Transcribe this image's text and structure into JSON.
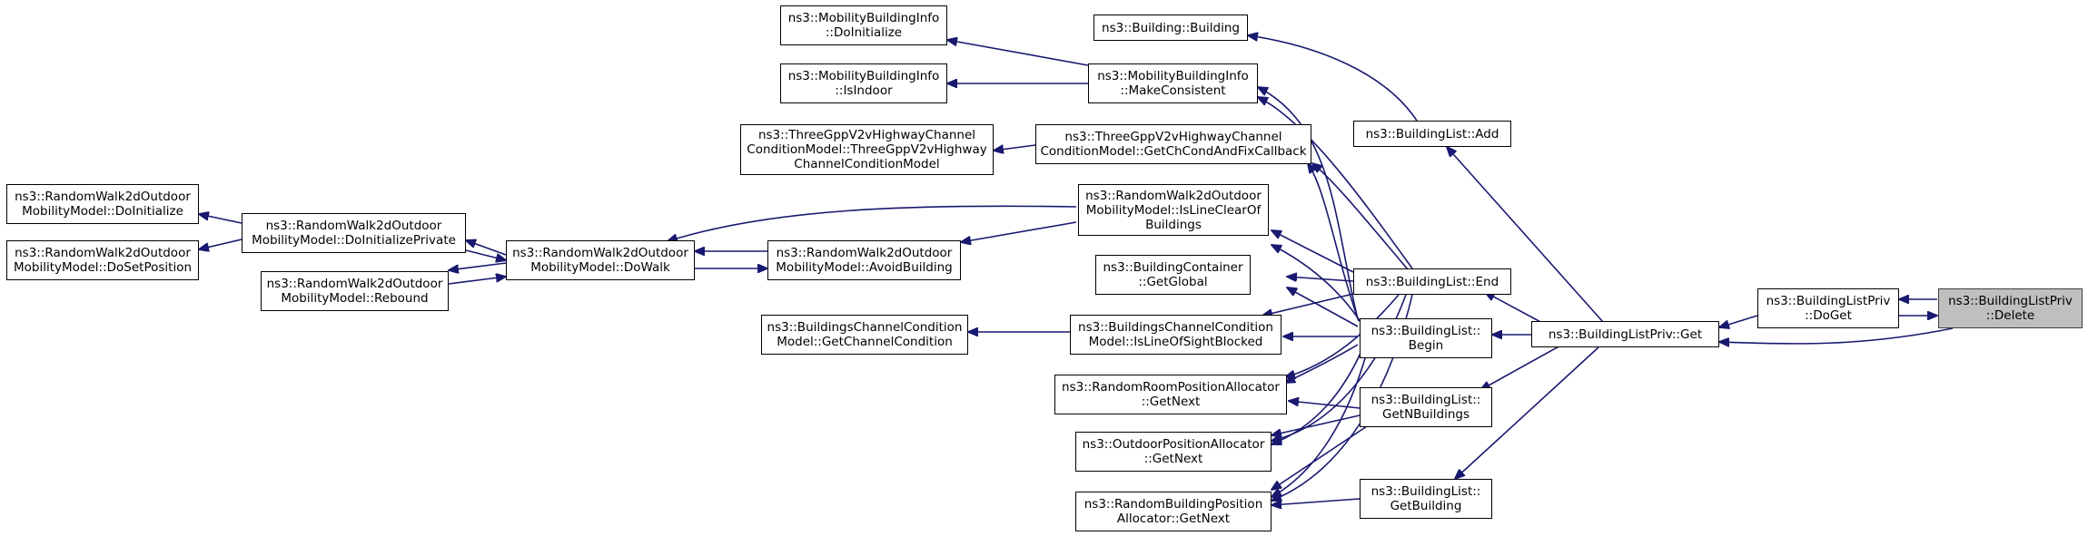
{
  "colors": {
    "edge": "#191970",
    "node_border": "#000000",
    "root_fill": "#bfbfbf",
    "background": "#ffffff"
  },
  "nodes": {
    "delete": "ns3::BuildingListPriv\n::Delete",
    "doget": "ns3::BuildingListPriv\n::DoGet",
    "get": "ns3::BuildingListPriv::Get",
    "add": "ns3::BuildingList::Add",
    "end": "ns3::BuildingList::End",
    "begin": "ns3::BuildingList::\nBegin",
    "getnbuildings": "ns3::BuildingList::\nGetNBuildings",
    "getbuilding": "ns3::BuildingList::\nGetBuilding",
    "building": "ns3::Building::Building",
    "makeconsistent": "ns3::MobilityBuildingInfo\n::MakeConsistent",
    "mbi_doinit": "ns3::MobilityBuildingInfo\n::DoInitialize",
    "mbi_isindoor": "ns3::MobilityBuildingInfo\n::IsIndoor",
    "getchcond": "ns3::ThreeGppV2vHighwayChannel\nConditionModel::GetChCondAndFixCallback",
    "tgpp_ctor": "ns3::ThreeGppV2vHighwayChannel\nConditionModel::ThreeGppV2vHighway\nChannelConditionModel",
    "islineclear": "ns3::RandomWalk2dOutdoor\nMobilityModel::IsLineClearOf\nBuildings",
    "getglobal": "ns3::BuildingContainer\n::GetGlobal",
    "islos": "ns3::BuildingsChannelCondition\nModel::IsLineOfSightBlocked",
    "getchannelcond": "ns3::BuildingsChannelCondition\nModel::GetChannelCondition",
    "roompos": "ns3::RandomRoomPositionAllocator\n::GetNext",
    "outdoorpos": "ns3::OutdoorPositionAllocator\n::GetNext",
    "buildingpos": "ns3::RandomBuildingPosition\nAllocator::GetNext",
    "avoid": "ns3::RandomWalk2dOutdoor\nMobilityModel::AvoidBuilding",
    "dowalk": "ns3::RandomWalk2dOutdoor\nMobilityModel::DoWalk",
    "doinitpriv": "ns3::RandomWalk2dOutdoor\nMobilityModel::DoInitializePrivate",
    "doinit": "ns3::RandomWalk2dOutdoor\nMobilityModel::DoInitialize",
    "dosetpos": "ns3::RandomWalk2dOutdoor\nMobilityModel::DoSetPosition",
    "rebound": "ns3::RandomWalk2dOutdoor\nMobilityModel::Rebound"
  }
}
